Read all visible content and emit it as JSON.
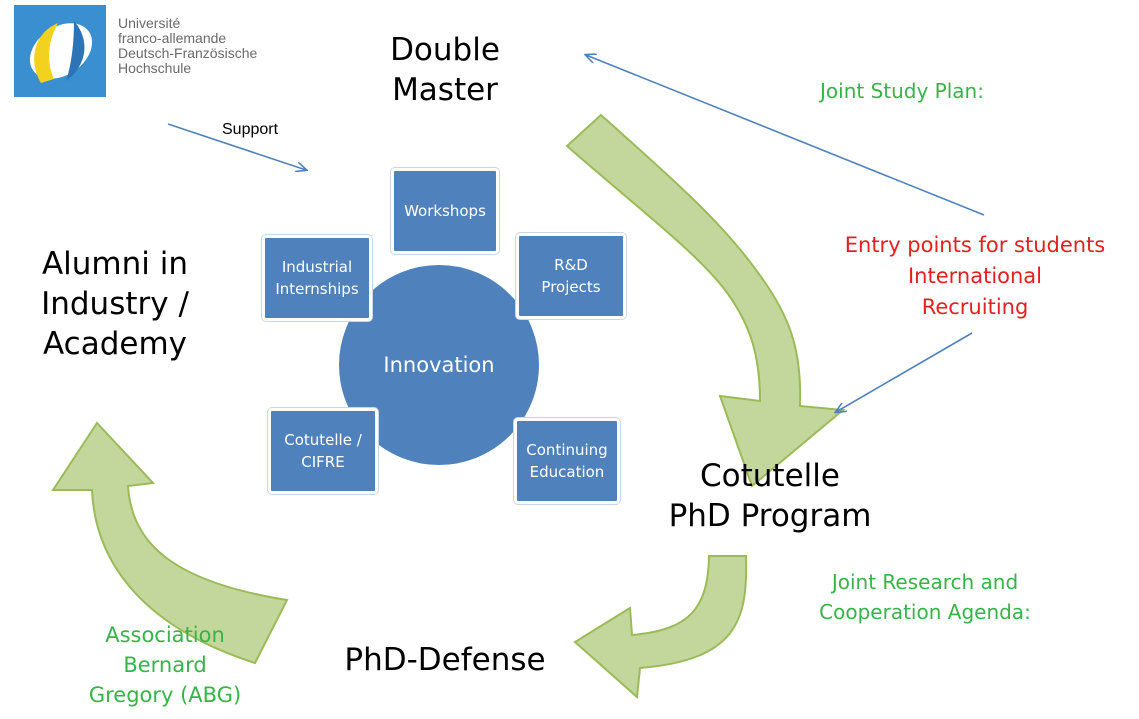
{
  "logo": {
    "lines": [
      "Université",
      "franco-allemande",
      "Deutsch-Französische",
      "Hochschule"
    ]
  },
  "labels": {
    "support": "Support",
    "double_master": [
      "Double",
      "Master"
    ],
    "alumni": [
      "Alumni in",
      "Industry /",
      "Academy"
    ],
    "cotutelle_program": [
      "Cotutelle",
      "PhD Program"
    ],
    "phd_defense": "PhD-Defense"
  },
  "green_notes": {
    "joint_study_plan": "Joint Study Plan:",
    "joint_research": [
      "Joint Research and",
      "Cooperation Agenda:"
    ],
    "abg": [
      "Association",
      "Bernard",
      "Gregory (ABG)"
    ]
  },
  "red_note": [
    "Entry points for students",
    "International",
    "Recruiting"
  ],
  "hub": {
    "center": "Innovation",
    "boxes": {
      "workshops": [
        "Workshops"
      ],
      "rd_projects": [
        "R&D",
        "Projects"
      ],
      "industrial": [
        "Industrial",
        "Internships"
      ],
      "cotutelle_cifre": [
        "Cotutelle /",
        "CIFRE"
      ],
      "continuing": [
        "Continuing",
        "Education"
      ]
    }
  },
  "colors": {
    "box_fill": "#4f81bd",
    "arrow_fill": "#c3d69b",
    "arrow_stroke": "#9bbb59",
    "green_text": "#36b448",
    "red_text": "#e51f1f",
    "line_arrow": "#4f81bd"
  }
}
